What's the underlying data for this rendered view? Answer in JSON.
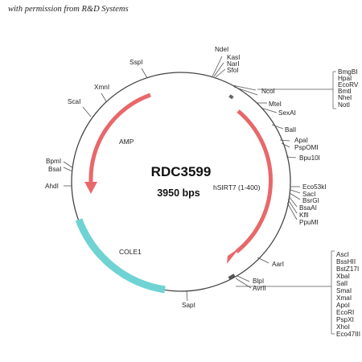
{
  "credit": "with permission from R&D Systems",
  "plasmid": {
    "name": "RDC3599",
    "size": "3950 bps"
  },
  "features": {
    "amp": "AMP",
    "insert": "hSIRT7 (1-400)",
    "origin": "COLE1"
  },
  "colors": {
    "backbone": "#444444",
    "arrow": "#e8686a",
    "origin": "#6fd3d3"
  },
  "sites": {
    "nde": "NdeI",
    "kas": "KasI",
    "nar": "NarI",
    "sfo": "SfoI",
    "ssp": "SspI",
    "xmn": "XmnI",
    "sca": "ScaI",
    "bpm": "BpmI",
    "bsa": "BsaI",
    "ahd": "AhdI",
    "nco": "NcoI",
    "group1": [
      "BmgBI",
      "HpaI",
      "EcoRV",
      "BmtI",
      "NheI",
      "NotI"
    ],
    "mte": "MteI",
    "sexa": "SexAI",
    "bal": "BalI",
    "apa": "ApaI",
    "psp": "PspOMI",
    "bpu": "Bpu10I",
    "eco53": "Eco53kI",
    "sac": "SacI",
    "bsrg": "BsrGI",
    "bsaa": "BsaAI",
    "kfl": "KflI",
    "ppu": "PpuMI",
    "aar": "AarI",
    "blp": "BlpI",
    "avr": "AvrII",
    "sap": "SapI",
    "group2": [
      "AscI",
      "BssHII",
      "BstZ17I",
      "XbaI",
      "SalI",
      "SmaI",
      "XmaI",
      "ApoI",
      "EcoRI",
      "PspXI",
      "XhoI",
      "Eco47III"
    ]
  }
}
